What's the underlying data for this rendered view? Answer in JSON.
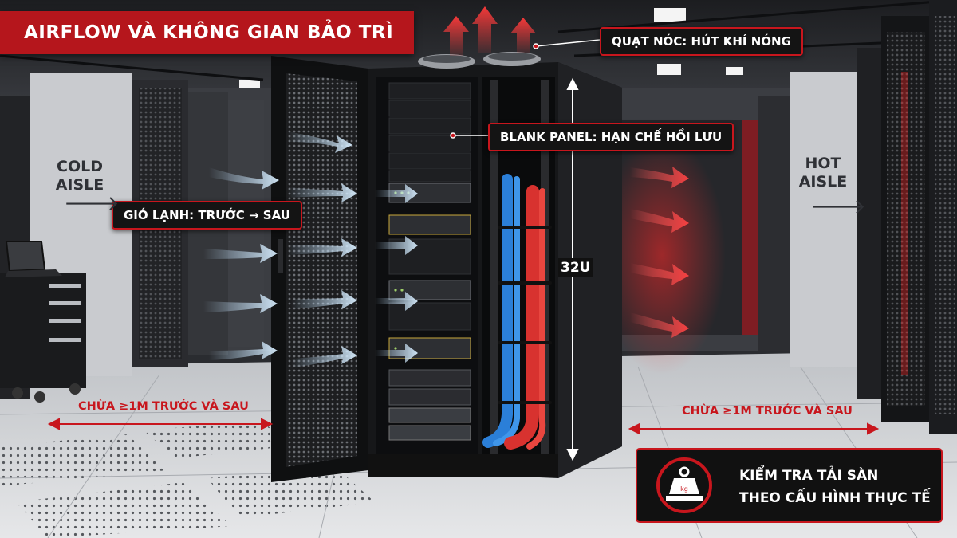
{
  "title": "AIRFLOW VÀ KHÔNG GIAN BẢO TRÌ",
  "callouts": {
    "roof_fan": "QUẠT NÓC: HÚT KHÍ NÓNG",
    "blank_panel": "BLANK PANEL: HẠN CHẾ HỒI LƯU",
    "cold_air": "GIÓ LẠNH: TRƯỚC → SAU"
  },
  "aisles": {
    "cold": {
      "line1": "COLD",
      "line2": "AISLE",
      "arrow": "🡒"
    },
    "hot": {
      "line1": "HOT",
      "line2": "AISLE",
      "arrow": "🡒"
    }
  },
  "rack_height": "32U",
  "clearance": {
    "front": "CHỪA ≥1M TRƯỚC VÀ SAU",
    "rear": "CHỪA ≥1M TRƯỚC VÀ SAU"
  },
  "floor_load": {
    "line1": "KIỂM TRA TẢI SÀN",
    "line2": "THEO CẤU HÌNH THỰC TẾ",
    "icon": "weight-scale-icon"
  },
  "colors": {
    "accent_red": "#c8161d",
    "cold_air": "#8cc8ff",
    "hot_air": "#ff4b4b",
    "cable_blue": "#2b7fd8",
    "cable_red": "#d8322f"
  }
}
